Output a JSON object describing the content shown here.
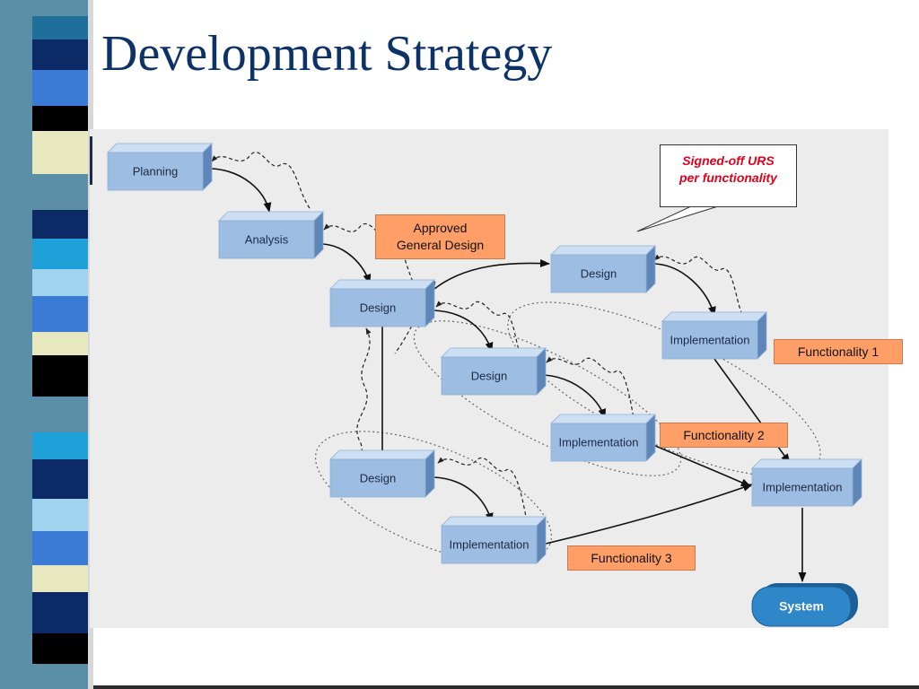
{
  "slide": {
    "title": "Development Strategy"
  },
  "diagram": {
    "nodes": {
      "planning": "Planning",
      "analysis": "Analysis",
      "design_main": "Design",
      "design_f1": "Design",
      "impl_f1": "Implementation",
      "design_f2": "Design",
      "impl_f2": "Implementation",
      "design_f3": "Design",
      "impl_f3": "Implementation",
      "impl_final": "Implementation",
      "system": "System"
    },
    "callouts": {
      "approved_line1": "Approved",
      "approved_line2": "General Design",
      "urs_line1": "Signed-off URS",
      "urs_line2": "per functionality",
      "functionality_1": "Functionality 1",
      "functionality_2": "Functionality 2",
      "functionality_3": "Functionality 3"
    }
  },
  "colors": {
    "title": "#0d3268",
    "node_face": "#9ebde2",
    "system": "#2f86c8",
    "callout_orange": "#ff9e66",
    "urs_text": "#e3001b"
  }
}
